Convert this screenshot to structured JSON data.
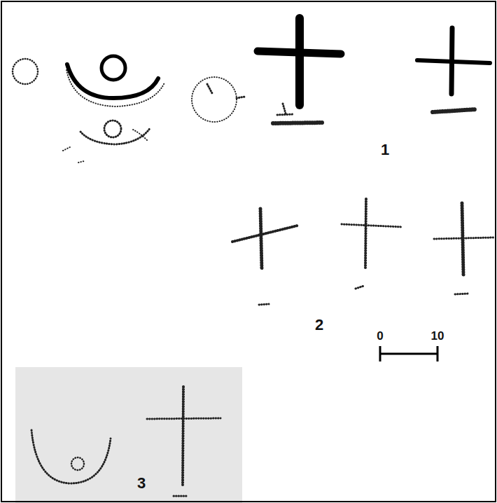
{
  "diagram": {
    "labels": [
      "1",
      "2",
      "3",
      "0",
      "10"
    ]
  }
}
